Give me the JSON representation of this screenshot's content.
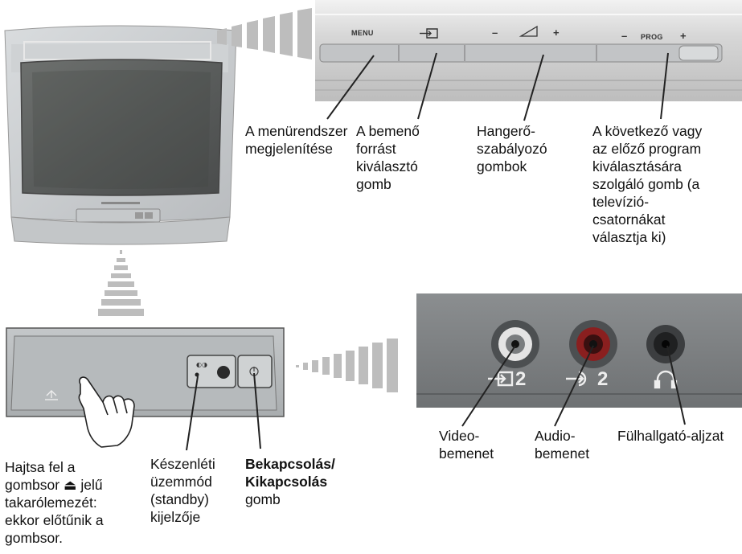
{
  "front_panel": {
    "menu": "MENU",
    "volume_minus": "–",
    "volume_plus": "+",
    "prog_minus": "–",
    "prog_label": "PROG",
    "prog_plus": "+"
  },
  "callouts": {
    "menu": "A menürendszer\nmegjelenítése",
    "input_select": "A bemenő\nforrást\nkiválasztó\ngomb",
    "volume": "Hangerő-\nszabályozó\ngombok",
    "program": "A következő vagy\naz előző program\nkiválasztására\nszolgáló gomb (a\ntelevízió-\ncsatornákat\nválasztja ki)",
    "flap": "Hajtsa fel a\ngombsor ⏏ jelű\ntakarólemezét:\nekkor előtűnik a\ngombsor.",
    "standby": "Készenléti\nüzemmód\n(standby)\nkijelzője",
    "power_bold": "Bekapcsolás/\nKikapcsolás",
    "power_rest": "gomb",
    "video_in": "Video-\nbemenet",
    "audio_in": "Audio-\nbemenet",
    "headphone": "Fülhallgató-aljzat"
  },
  "jacks": {
    "video_number": "2",
    "audio_number": "2"
  },
  "icons": {
    "input": "input-arrow-icon",
    "volume": "volume-ramp-icon",
    "headphone": "headphone-icon",
    "power": "power-icon",
    "flap": "flap-up-icon"
  }
}
